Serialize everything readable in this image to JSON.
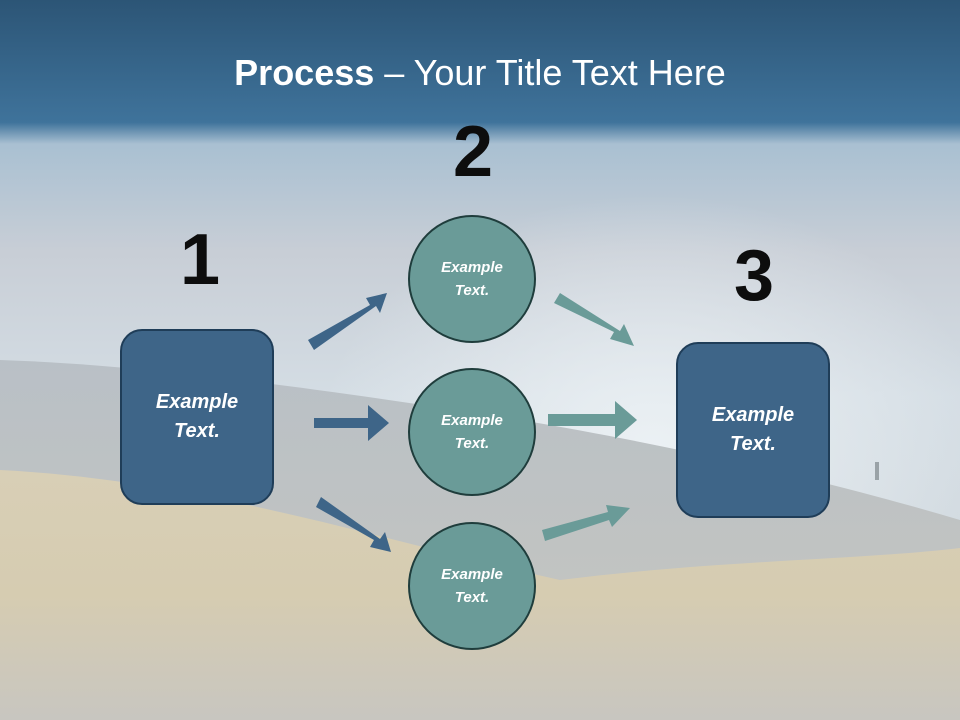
{
  "slide": {
    "title_bold": "Process",
    "title_rest": " – Your Title Text Here"
  },
  "steps": {
    "one": "1",
    "two": "2",
    "three": "3"
  },
  "left_box": {
    "label": "Example\nText."
  },
  "circles": [
    {
      "label": "Example\nText."
    },
    {
      "label": "Example\nText."
    },
    {
      "label": "Example\nText."
    }
  ],
  "right_box": {
    "label": "Example\nText."
  },
  "colors": {
    "header_band": "#3f6f95",
    "box_fill": "#3e6588",
    "circle_fill": "#6a9b98",
    "arrow_blue": "#3e6588",
    "arrow_teal": "#6a9b98"
  }
}
